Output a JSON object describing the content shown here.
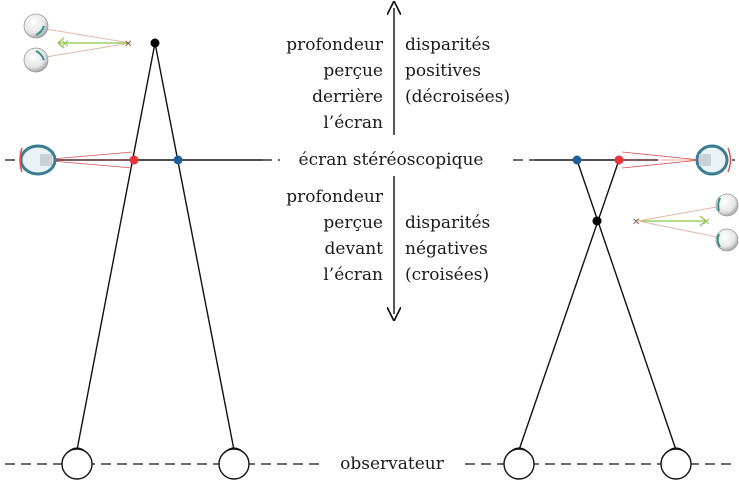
{
  "labels": {
    "depth_behind": [
      "profondeur",
      "perçue",
      "derrière",
      "l’écran"
    ],
    "positive_disparity": [
      "disparités",
      "positives",
      "(décroisées)"
    ],
    "screen": "écran stéréoscopique",
    "depth_front": [
      "profondeur",
      "perçue",
      "devant",
      "l’écran"
    ],
    "negative_disparity": [
      "disparités",
      "négatives",
      "(croisées)"
    ],
    "observer": "observateur"
  },
  "colors": {
    "left_point": "#e8333a",
    "right_point": "#1f5f9e",
    "virtual_point": "#000000",
    "eye_iris": "#3b8f8a",
    "ray": "#d9534f",
    "ghost_ray": "#e2b9a8",
    "ghost_arrow": "#8bc34a"
  },
  "icons": [
    "eye-icon",
    "eye-side-icon",
    "stereo-eye-pair-icon"
  ]
}
